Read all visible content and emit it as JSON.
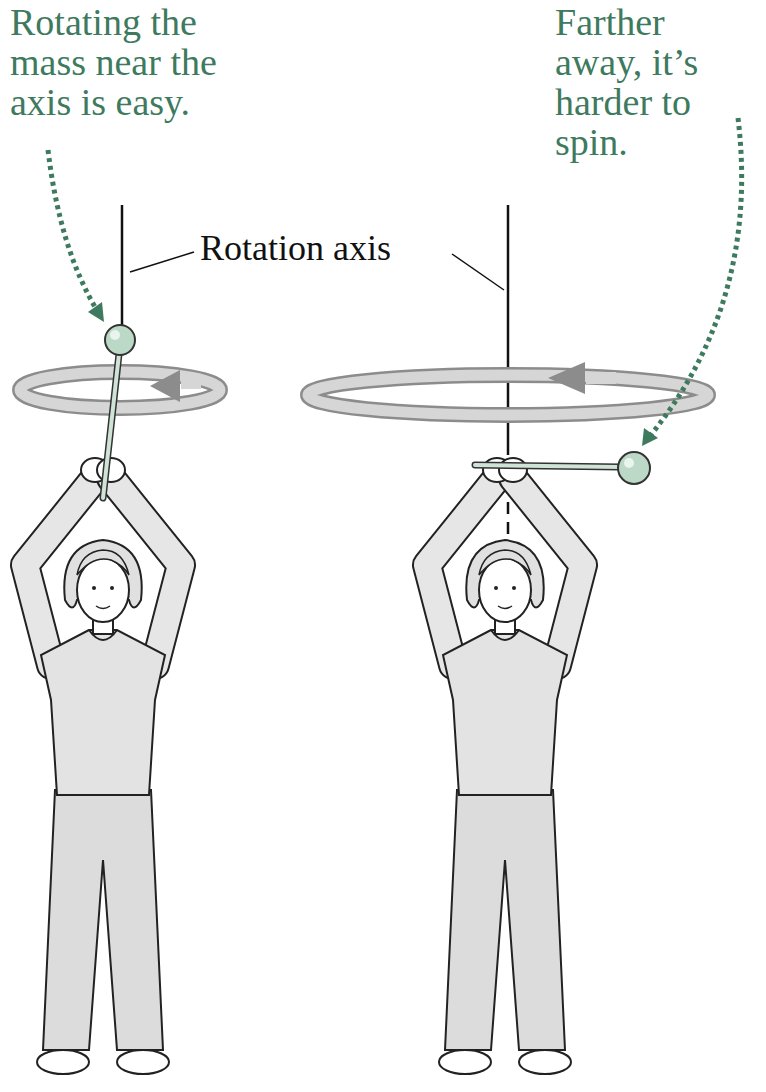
{
  "diagram": {
    "labels": [
      "Rotating the mass near the axis is easy.",
      "Farther away, it’s harder to spin.",
      "Rotation axis"
    ]
  }
}
